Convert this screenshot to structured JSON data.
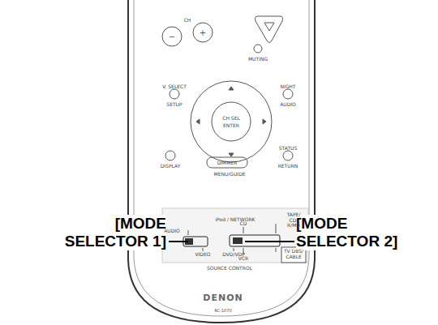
{
  "diagram": {
    "labels": [
      "[MODE SELECTOR 1]",
      "[MODE SELECTOR 2]",
      "CH",
      "MUTING",
      "V. SELECT",
      "SETUP",
      "NIGHT",
      "AUDIO",
      "CH SEL",
      "ENTER",
      "DISPLAY",
      "DIMMER",
      "STATUS",
      "RETURN",
      "MENU/GUIDE",
      "iPod / NETWORK",
      "TAPE/ CD-R/MD",
      "AUDIO",
      "CD",
      "VIDEO",
      "DVD/VDP",
      "VCR",
      "TV DBS/ CABLE",
      "SOURCE CONTROL",
      "DENON",
      "RC-1070"
    ]
  }
}
